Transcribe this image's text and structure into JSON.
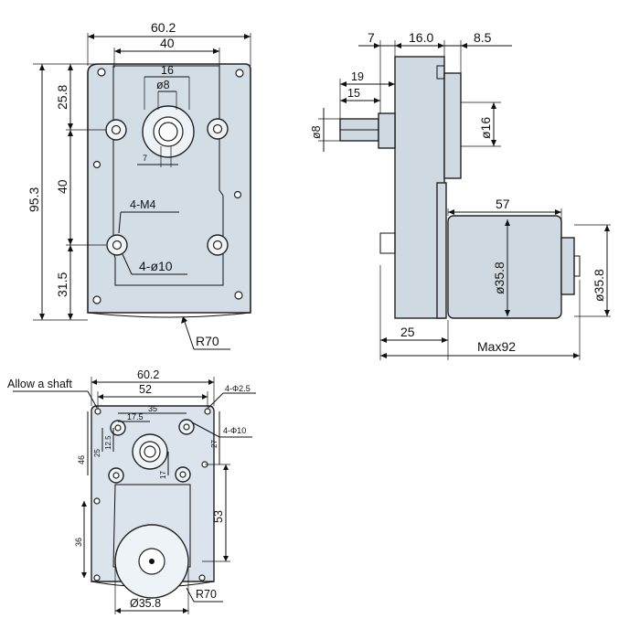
{
  "front_view": {
    "dims": {
      "overall_width": "60.2",
      "hole_spacing": "40",
      "bore_outer": "16",
      "bore_inner": "ø8",
      "bore_offset": "7",
      "overall_height": "95.3",
      "top_section": "25.8",
      "mid_section": "40",
      "bottom_section": "31.5",
      "thread_callout": "4-M4",
      "hole_callout": "4-ø10",
      "radius": "R70"
    }
  },
  "side_view": {
    "dims": {
      "shaft_gap": "7",
      "body_depth": "16.0",
      "cap_depth": "8.5",
      "shaft_length": "19",
      "key_length": "15",
      "shaft_dia": "ø8",
      "hub_dia": "ø16",
      "motor_length": "57",
      "motor_dia": "ø35.8",
      "motor_dia_right": "ø35.8",
      "mount_offset": "25",
      "overall_length": "Max92"
    }
  },
  "bottom_view": {
    "dims": {
      "note": "Allow a shaft",
      "overall_width": "60.2",
      "hole_spacing": "52",
      "inner_spacing": "35",
      "half_spacing": "17.5",
      "small_holes": "4-Φ2.5",
      "large_holes": "4-Φ10",
      "vert_12_5": "12.5",
      "vert_25": "25",
      "vert_46": "46",
      "vert_27": "27",
      "vert_17": "17",
      "vert_53": "53",
      "vert_36": "36",
      "motor_dia": "Ø35.8",
      "radius": "R70"
    }
  }
}
